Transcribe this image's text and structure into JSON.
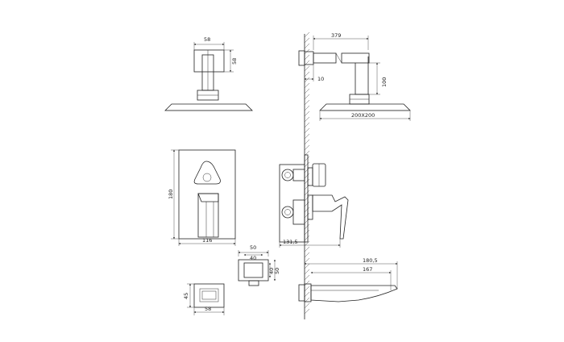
{
  "drawing": {
    "shower_head_front": {
      "width": "58",
      "height": "58"
    },
    "shower_head_side": {
      "arm_length": "379",
      "wall_offset": "10",
      "drop": "100",
      "head_size": "200X200"
    },
    "mixer_front": {
      "height": "180",
      "width": "116"
    },
    "mixer_side": {
      "depth": "131,5"
    },
    "outlet_detail": {
      "outer_width": "50",
      "inner_width": "40",
      "depth_a": "40",
      "depth_b": "50"
    },
    "outlet_front": {
      "height": "45",
      "width": "58"
    },
    "spout_side": {
      "total_length": "180,5",
      "spout_length": "167"
    }
  }
}
